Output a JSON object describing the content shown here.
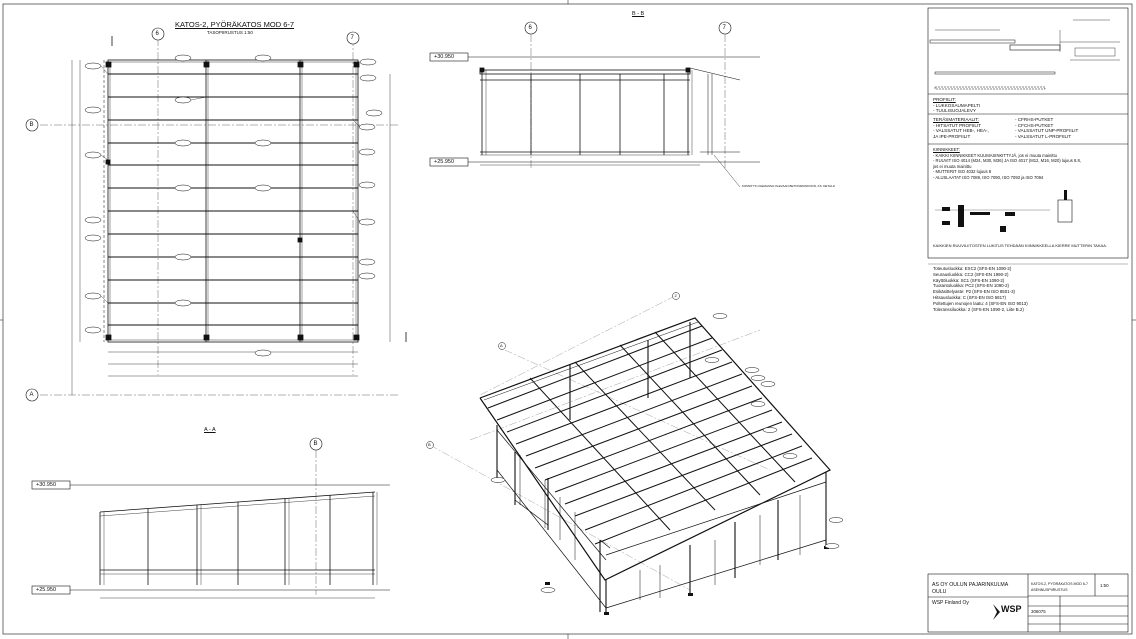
{
  "plan": {
    "title": "KATOS-2, PYÖRÄKATOS MOD 6-7",
    "subtitle": "TASOPIIRUSTUS 1:50",
    "grid_6": "6",
    "grid_7": "7",
    "grid_B": "B",
    "grid_A": "A"
  },
  "section_bb": {
    "title": "B - B",
    "grid_6": "6",
    "grid_7": "7",
    "level_top": "+30.950",
    "level_bottom": "+25.950",
    "note": "KIINNITYS OLEMASSA OLEVAAN BETONIRUNKOON, KS. DETALJI"
  },
  "section_aa": {
    "title": "A - A",
    "grid_B": "B",
    "level_top": "+30.950",
    "level_bottom": "+25.950"
  },
  "iso": {
    "grid_2": "2",
    "grid_A": "A",
    "grid_B": "B"
  },
  "legend": {
    "profiles_title": "PROFIILIT:",
    "profile_lines": [
      "- LUKKOSAUMAPELTI",
      "- TUULISUOJALEVY"
    ],
    "materials_title": "TERÄSMATERIAALIT:",
    "material_lines": [
      "- HITSATUT PROFIILIT",
      "- VALSSATUT HEB-, HEA-,",
      "  JA IPE-PROFIILIT",
      "- CFRHS-PUTKET",
      "- CFCHS-PUTKET",
      "- VALSSATUT UNP-PROFIILIT",
      "- VALSSATUT L-PROFIILIT"
    ],
    "fasteners_title": "KIINNIKKEET:",
    "fastener_lines": [
      "- KAIKKI KIINNIKKEET KUUMASINKITTYJÄ, jos ei muuta mainittu",
      "- RUUVIT  ISO 4014 (M24, M30, M36) JA ISO 4017 (M12, M16, M20) lujuus 8.8,",
      "  jos ei muuta mainittu",
      "- MUTTERIT  ISO 4032 lujuus 8",
      "- ALUSLAATAT ISO 7089, ISO 7090, ISO 7093 ja ISO 7094"
    ],
    "fastener_footer": "KAIKKIEN RUUVILIITOSTEN LUKITUS TEHDÄÄN KIINNIKKEELLA KIERRE MUTTERIN TAKAA.",
    "class_lines": [
      "Toteutusluokka: EXC2 (SFS-EN 1090-2)",
      "Seurausluokka: CC2 (SFS-EN 1990-2)",
      "Käyttöluokka: SC1 (SFS-EN 1090-2)",
      "Tuotantoluokka: PC2 (SFS-EN 1090-2)",
      "Esikäsittelyaste: P2 (SFS-EN ISO 8501-3)",
      "Hitsausluokka: C (SFS-EN ISO 5817)",
      "Poltettujen reunojen laatu: 4 (SFS-EN ISO 9013)",
      "Toleranssiluokka: 2 (SFS-EN 1090-2, Liite B.2)"
    ]
  },
  "title_block": {
    "project": "AS OY OULUN PAJARINKULMA",
    "city": "OULU",
    "company": "WSP Finland Oy",
    "logo_text": "WSP",
    "drawing": "KATOS-2, PYÖRÄKATOS MOD 6-7",
    "drawing_type": "ASENNUSPIIRUSTUS",
    "number": "306075",
    "scale": "1:50"
  },
  "colors": {
    "line": "#111111",
    "accent": "#c0392b",
    "grid": "#555555"
  }
}
